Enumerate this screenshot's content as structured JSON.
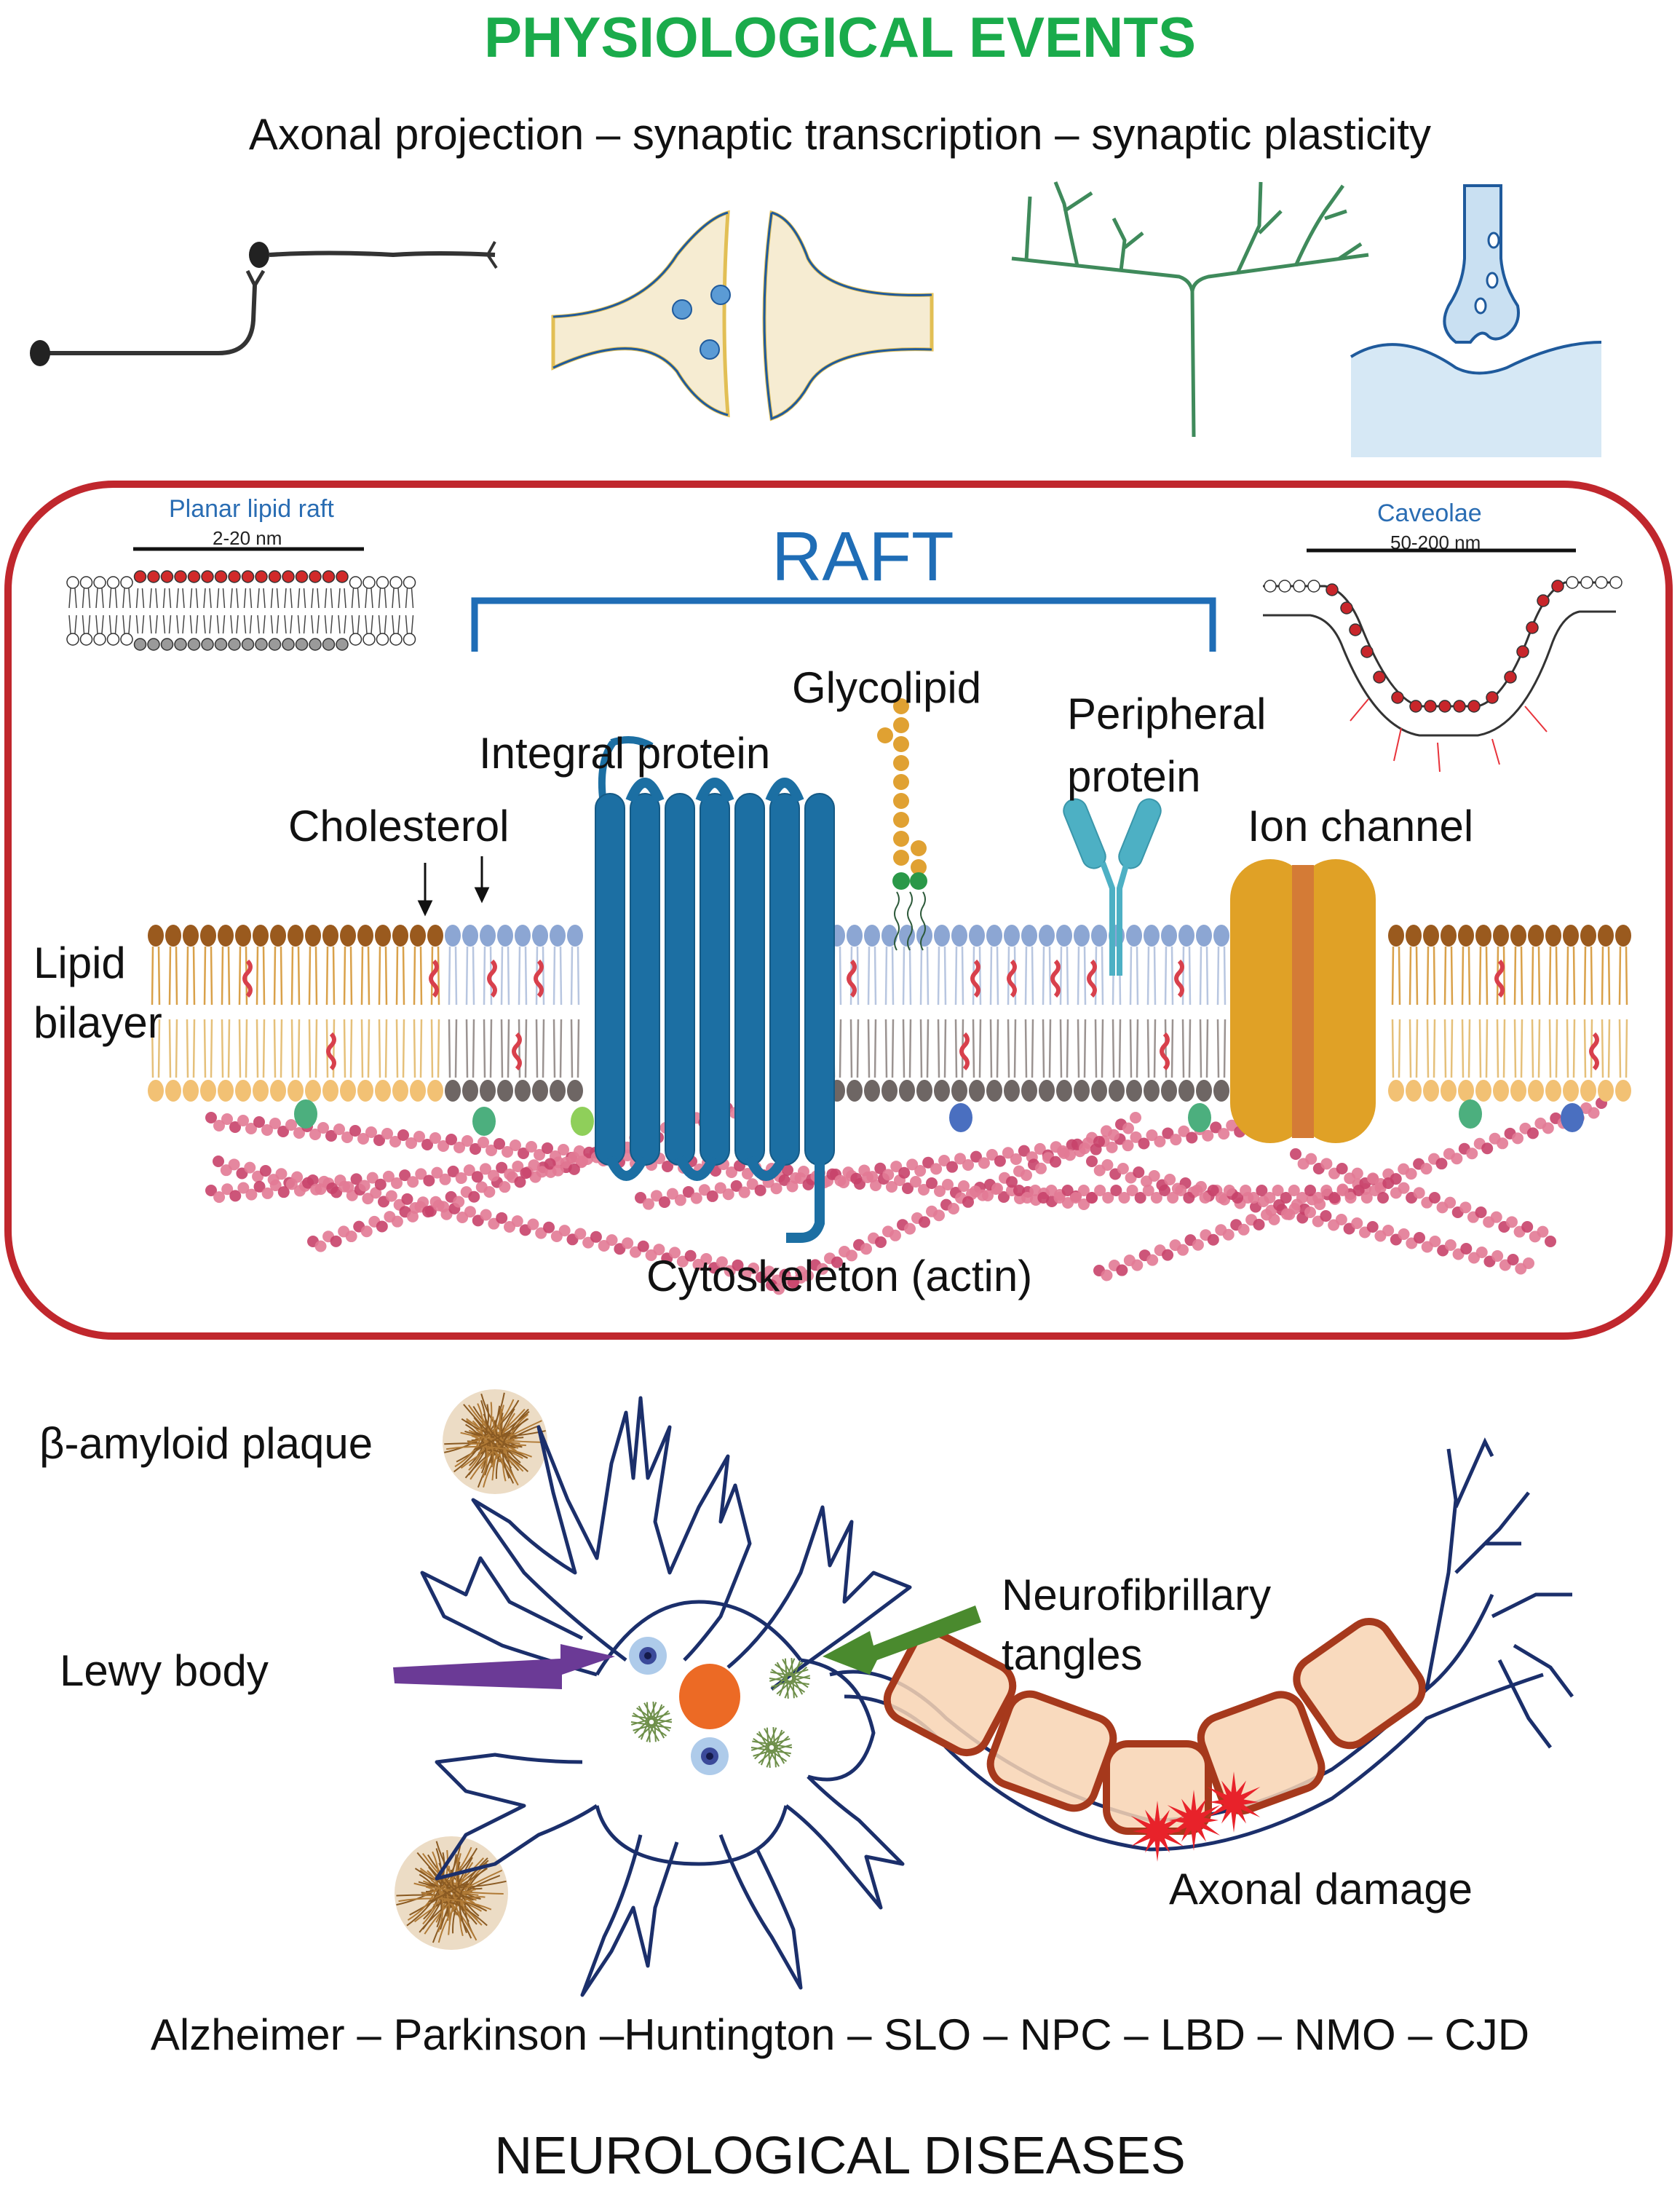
{
  "header": {
    "title": "PHYSIOLOGICAL EVENTS",
    "subtitle": "Axonal projection – synaptic transcription – synaptic plasticity",
    "title_color": "#1aab4b"
  },
  "physiology_icons": [
    {
      "name": "axonal-projection"
    },
    {
      "name": "synapse"
    },
    {
      "name": "dendritic-tree"
    },
    {
      "name": "vesicle-release"
    }
  ],
  "raft_panel": {
    "border_color": "#c0272d",
    "title": "RAFT",
    "title_color": "#1f6db6",
    "planar": {
      "label": "Planar lipid raft",
      "scale": "2-20 nm"
    },
    "caveolae": {
      "label": "Caveolae",
      "scale": "50-200 nm"
    },
    "labels": {
      "glycolipid": "Glycolipid",
      "integral_protein": "Integral protein",
      "peripheral_protein_line1": "Peripheral",
      "peripheral_protein_line2": "protein",
      "cholesterol": "Cholesterol",
      "ion_channel": "Ion channel",
      "lipid_bilayer_line1": "Lipid",
      "lipid_bilayer_line2": "bilayer",
      "cytoskeleton": "Cytoskeleton (actin)"
    }
  },
  "neuron_panel": {
    "labels": {
      "amyloid": "β-amyloid plaque",
      "lewy": "Lewy body",
      "tangles_line1": "Neurofibrillary",
      "tangles_line2": "tangles",
      "axonal_damage": "Axonal damage"
    },
    "arrow_colors": {
      "lewy": "#6b3a96",
      "tangles": "#4a8a2e"
    }
  },
  "footer": {
    "diseases": "Alzheimer – Parkinson –Huntington – SLO – NPC – LBD – NMO – CJD",
    "title": "NEUROLOGICAL DISEASES"
  }
}
